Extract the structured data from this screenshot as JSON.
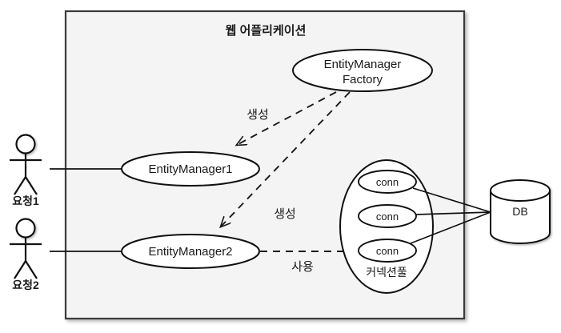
{
  "diagram": {
    "type": "uml-use-case",
    "title": "웹 어플리케이션",
    "background_color": "#ffffff",
    "container_fill": "#f4f4f4",
    "stroke_color": "#1a1a1a",
    "boundary": {
      "label": "웹 어플리케이션"
    },
    "actors": [
      {
        "id": "actor1",
        "label": "요청1"
      },
      {
        "id": "actor2",
        "label": "요청2"
      }
    ],
    "nodes": [
      {
        "id": "emf",
        "label_line1": "EntityManager",
        "label_line2": "Factory",
        "shape": "ellipse"
      },
      {
        "id": "em1",
        "label": "EntityManager1",
        "shape": "ellipse"
      },
      {
        "id": "em2",
        "label": "EntityManager2",
        "shape": "ellipse"
      },
      {
        "id": "pool",
        "label": "커넥션풀",
        "shape": "ellipse"
      },
      {
        "id": "conn1",
        "label": "conn",
        "shape": "ellipse"
      },
      {
        "id": "conn2",
        "label": "conn",
        "shape": "ellipse"
      },
      {
        "id": "conn3",
        "label": "conn",
        "shape": "ellipse"
      },
      {
        "id": "db",
        "label": "DB",
        "shape": "cylinder"
      }
    ],
    "edges": [
      {
        "id": "edge-actor1-em1",
        "from": "actor1",
        "to": "em1",
        "label": "",
        "style": "solid"
      },
      {
        "id": "edge-actor2-em2",
        "from": "actor2",
        "to": "em2",
        "label": "",
        "style": "solid"
      },
      {
        "id": "edge-emf-em1",
        "from": "emf",
        "to": "em1",
        "label": "생성",
        "style": "dashed"
      },
      {
        "id": "edge-emf-em2",
        "from": "emf",
        "to": "em2",
        "label": "생성",
        "style": "dashed"
      },
      {
        "id": "edge-em2-pool",
        "from": "em2",
        "to": "conn3",
        "label": "사용",
        "style": "dashed"
      },
      {
        "id": "edge-conn1-db",
        "from": "conn1",
        "to": "db",
        "label": "",
        "style": "solid"
      },
      {
        "id": "edge-conn2-db",
        "from": "conn2",
        "to": "db",
        "label": "",
        "style": "solid"
      },
      {
        "id": "edge-conn3-db",
        "from": "conn3",
        "to": "db",
        "label": "",
        "style": "solid"
      }
    ],
    "edge_labels": {
      "create_1": "생성",
      "create_2": "생성",
      "use": "사용"
    }
  }
}
